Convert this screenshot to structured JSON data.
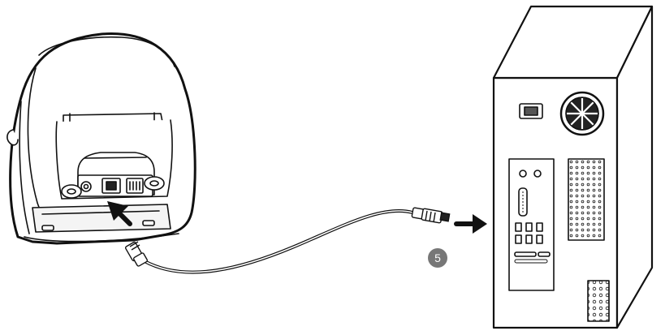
{
  "diagram": {
    "step_badge": {
      "label": "5",
      "color": "#777777",
      "text_color": "#ffffff"
    },
    "line_color": "#111111",
    "fill_color": "#ffffff",
    "parts": {
      "printer": "label-printer",
      "computer": "desktop-computer-tower",
      "cable": "usb-cable",
      "connect_arrows": [
        "arrow-into-printer-usb-port",
        "arrow-toward-computer"
      ]
    }
  }
}
